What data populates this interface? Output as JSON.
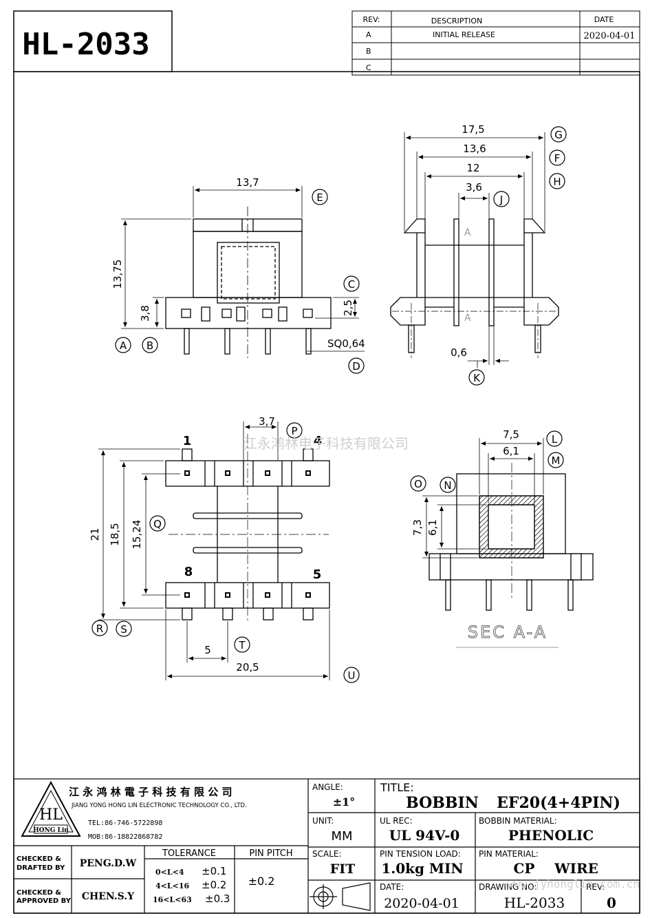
{
  "part_number": "HL-2033",
  "revision_table": {
    "headers": {
      "rev": "REV:",
      "description": "DESCRIPTION",
      "date": "DATE"
    },
    "rows": [
      {
        "rev": "A",
        "description": "INITIAL RELEASE",
        "date": "2020-04-01"
      },
      {
        "rev": "B",
        "description": "",
        "date": ""
      },
      {
        "rev": "C",
        "description": "",
        "date": ""
      }
    ]
  },
  "watermark": "江永鸿林电子科技有限公司",
  "watermark_url": "www.jyhonglin.com.cn",
  "front_view": {
    "dim_width": "13,7",
    "dim_height": "13,75",
    "dim_base": "3,8",
    "dim_pin_offset": "2,5",
    "dim_pin_square": "SQ0,64",
    "callouts": [
      "E",
      "C",
      "A",
      "B",
      "D"
    ]
  },
  "side_view": {
    "dims": [
      "17,5",
      "13,6",
      "12",
      "3,6",
      "0,6"
    ],
    "callouts": [
      "G",
      "F",
      "H",
      "J",
      "K"
    ],
    "section_mark": "A"
  },
  "bottom_view": {
    "pins": [
      "1",
      "4",
      "8",
      "5"
    ],
    "dims": {
      "pitch_row": "3,7",
      "total_height": "21",
      "height_2": "18,5",
      "height_3": "15,24",
      "pin_pitch": "5",
      "width": "20,5"
    },
    "callouts": [
      "P",
      "Q",
      "R",
      "S",
      "T",
      "U"
    ]
  },
  "section_view": {
    "dims": {
      "outer_w": "7,5",
      "inner_w": "6,1",
      "outer_h": "7,3",
      "inner_h": "6,1"
    },
    "callouts": [
      "L",
      "M",
      "O",
      "N"
    ],
    "label": "SEC A-A"
  },
  "title_block": {
    "company_cn": "江 永 鸿 林 電 子 科 技 有 限 公 司",
    "company_en": "JIANG YONG HONG LIN ELECTRONIC TECHNOLOGY CO., LTD.",
    "logo_text": "HONG Lin",
    "tel": "TEL:86-746-5722898",
    "mob": "MOB:86-18822868782",
    "angle_label": "ANGLE:",
    "angle_value": "±1°",
    "title_label": "TITLE:",
    "title_1": "BOBBIN",
    "title_2": "EF20(4+4PIN)",
    "unit_label": "UNIT:",
    "unit_value": "MM",
    "ul_label": "UL REC:",
    "ul_value": "UL 94V-0",
    "bobbin_mat_label": "BOBBIN MATERIAL:",
    "bobbin_mat_value": "PHENOLIC",
    "checked_drafted_label_1": "CHECKED &",
    "checked_drafted_label_2": "DRAFTED BY",
    "checked_drafted_value": "PENG.D.W",
    "checked_approved_label_1": "CHECKED &",
    "checked_approved_label_2": "APPROVED BY",
    "checked_approved_value": "CHEN.S.Y",
    "tolerance_label": "TOLERANCE",
    "tolerances": [
      {
        "range": "0<L<4",
        "value": "±0.1"
      },
      {
        "range": "4<L<16",
        "value": "±0.2"
      },
      {
        "range": "16<L<63",
        "value": "±0.3"
      }
    ],
    "pin_pitch_label": "PIN PITCH",
    "pin_pitch_value": "±0.2",
    "scale_label": "SCALE:",
    "scale_value": "FIT",
    "pin_tension_label": "PIN TENSION LOAD:",
    "pin_tension_value": "1.0kg MIN",
    "pin_material_label": "PIN MATERIAL:",
    "pin_material_1": "CP",
    "pin_material_2": "WIRE",
    "date_label": "DATE:",
    "date_value": "2020-04-01",
    "drawing_no_label": "DRAWING NO:",
    "drawing_no_value": "HL-2033",
    "rev_label": "REV:",
    "rev_value": "0"
  }
}
